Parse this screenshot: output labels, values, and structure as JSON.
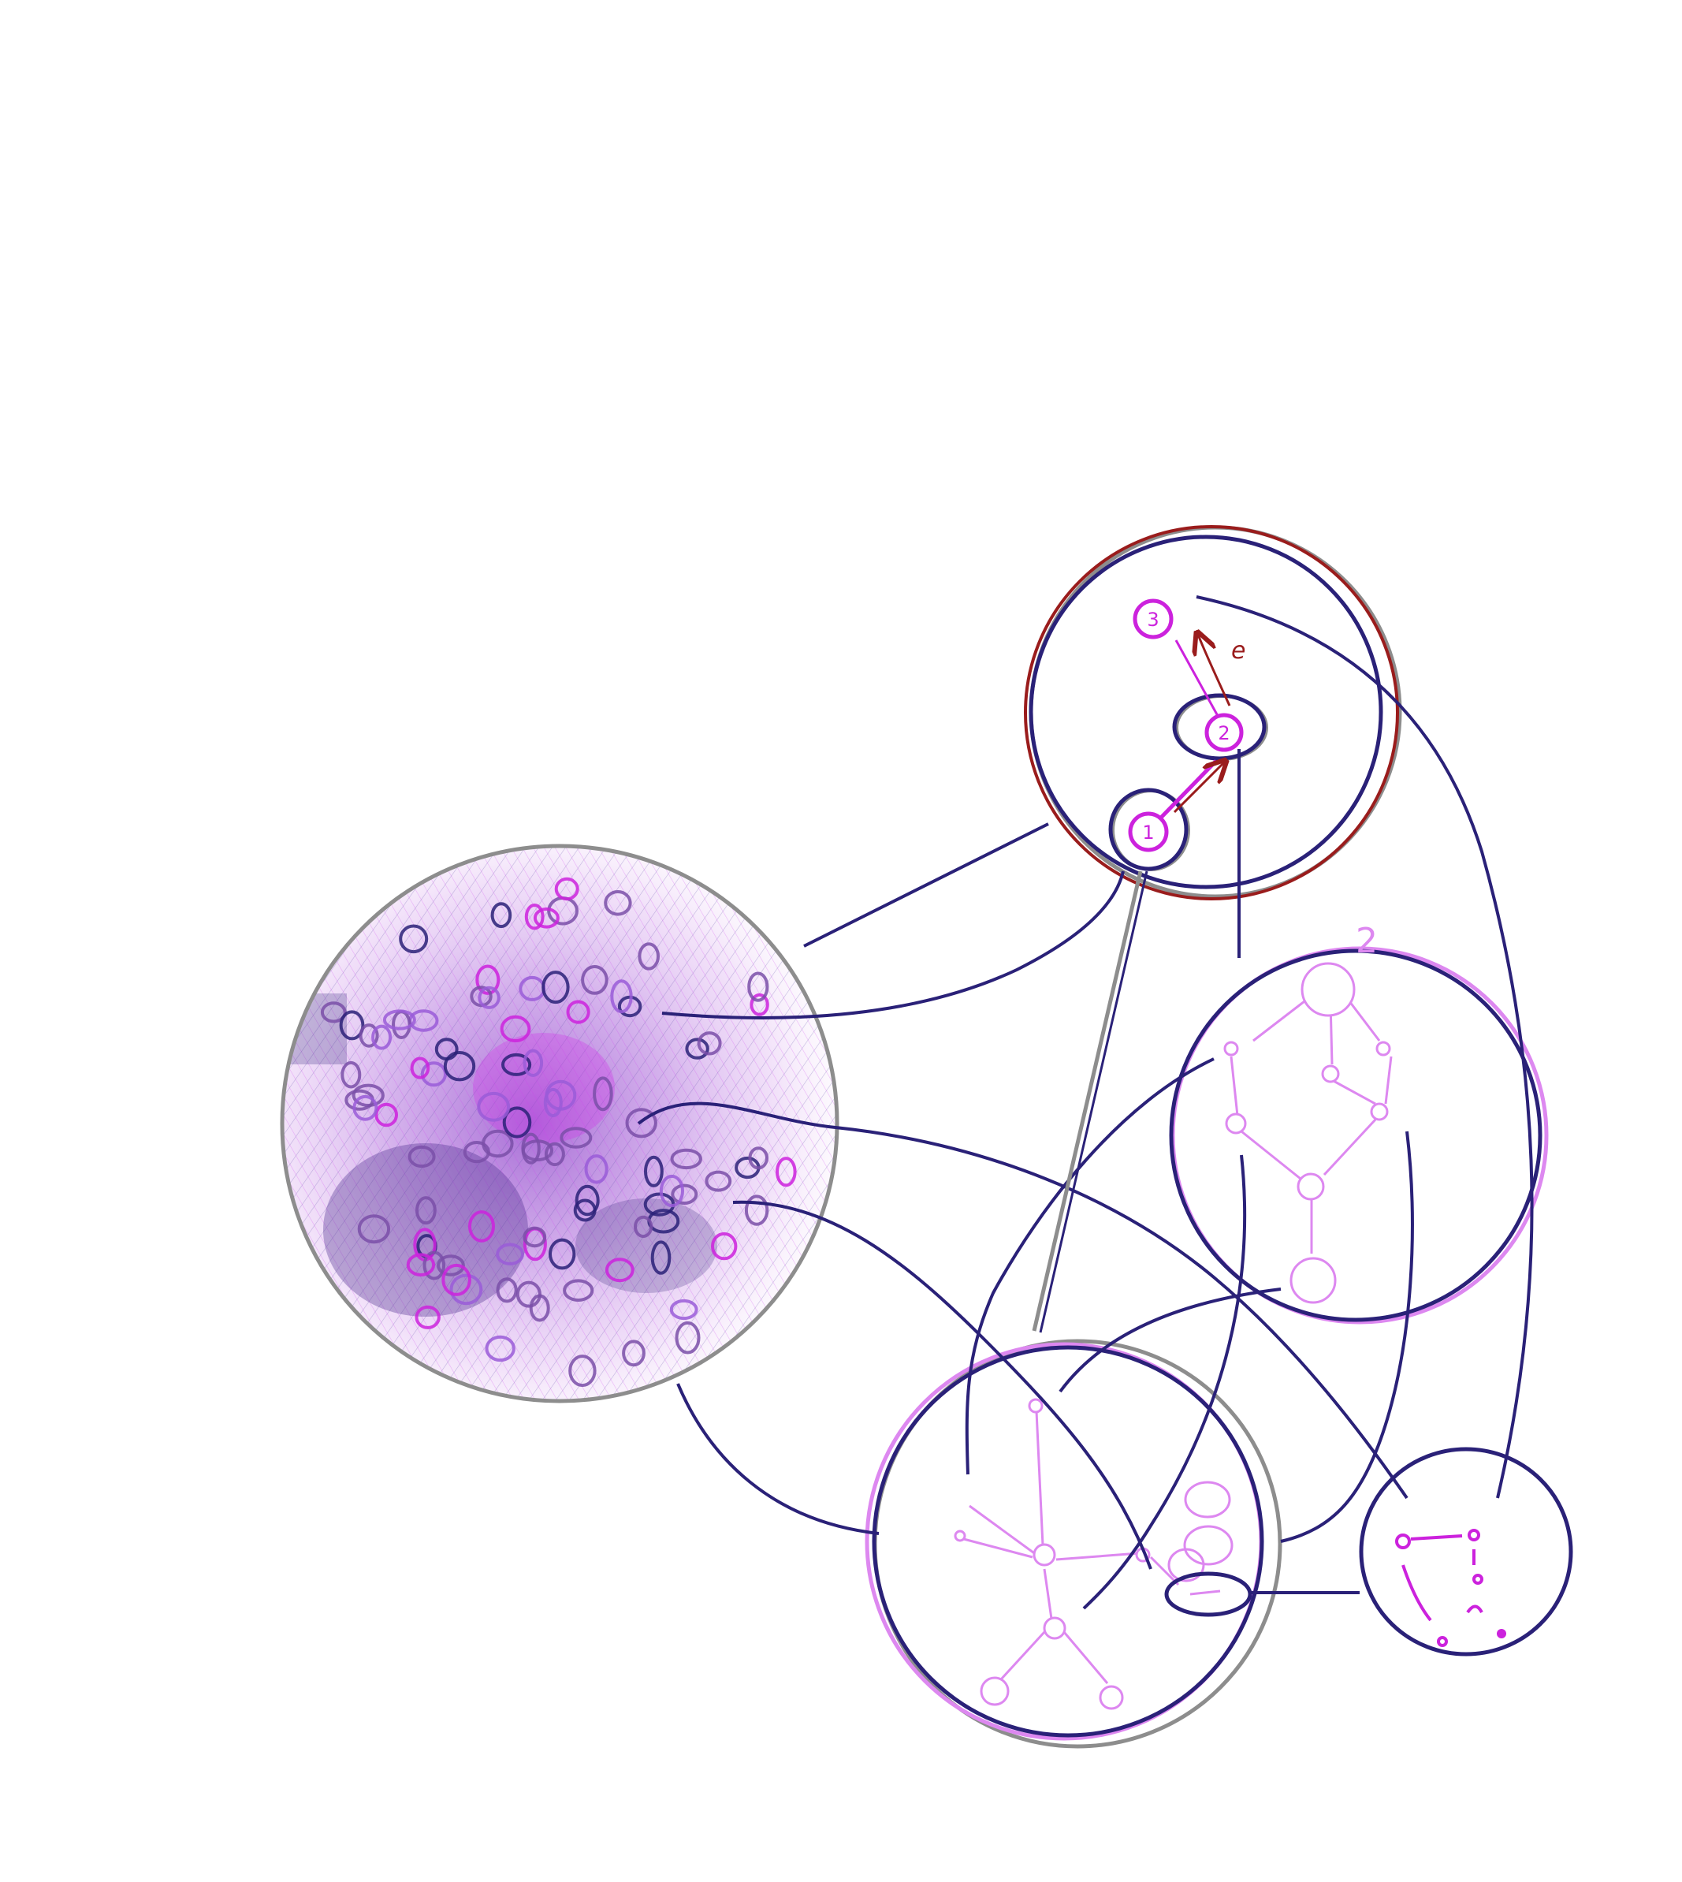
{
  "colors": {
    "navy": "#2a2178",
    "grey": "#8d8d8d",
    "darkred": "#9a1c1c",
    "magenta": "#cc22dd",
    "pink": "#dd88f0",
    "purple": "#7a4fa8",
    "violet": "#9a5cd8"
  },
  "labels": {
    "node_1": "1",
    "node_2": "2",
    "node_3": "3",
    "edge_label": "e",
    "cluster_number": "2"
  }
}
